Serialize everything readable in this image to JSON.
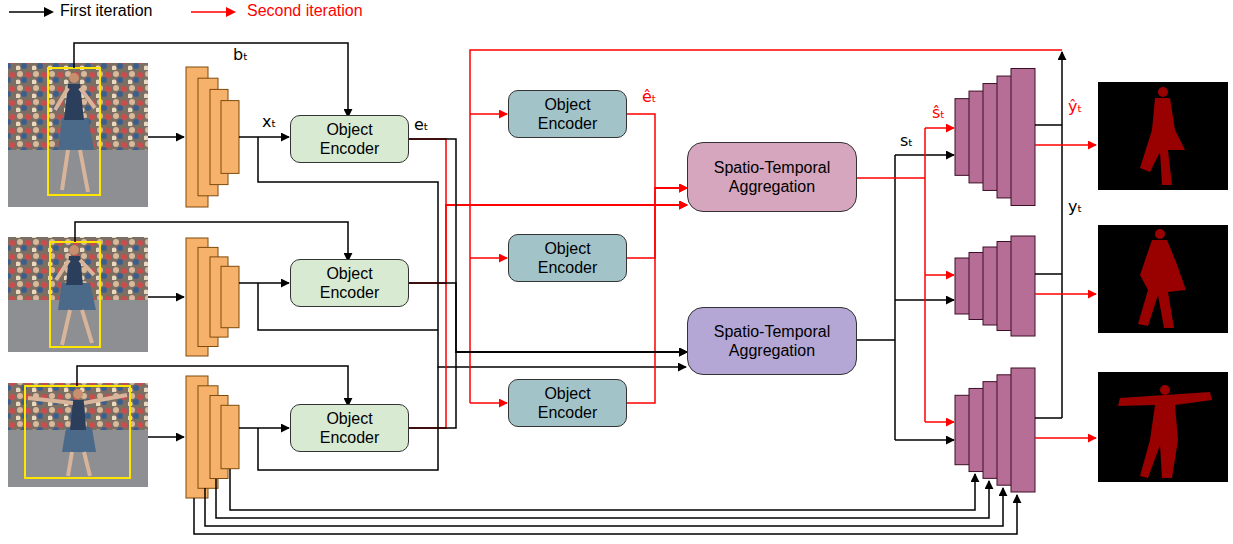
{
  "diagram": {
    "nodes": [
      {
        "text": [
          "Object Encoder"
        ]
      },
      {
        "text": [
          "Object Encoder"
        ]
      },
      {
        "text": [
          "Object Encoder"
        ]
      },
      {
        "text": [
          "Object Encoder"
        ]
      },
      {
        "text": [
          "Object Encoder"
        ]
      },
      {
        "text": [
          "Object Encoder"
        ]
      },
      {
        "text": [
          "Spatio-Temporal Aggregation"
        ]
      },
      {
        "text": [
          "Spatio-Temporal Aggregation"
        ]
      }
    ],
    "edges": [
      {
        "from": 0,
        "to": 7,
        "arrow": "to"
      },
      {
        "from": 1,
        "to": 7,
        "arrow": "to"
      },
      {
        "from": 2,
        "to": 7,
        "arrow": "to"
      },
      {
        "from": 0,
        "to": 6,
        "arrow": "to"
      },
      {
        "from": 1,
        "to": 6,
        "arrow": "to"
      },
      {
        "from": 2,
        "to": 6,
        "arrow": "to"
      },
      {
        "from": 3,
        "to": 6,
        "arrow": "to"
      },
      {
        "from": 4,
        "to": 6,
        "arrow": "to"
      },
      {
        "from": 5,
        "to": 6,
        "arrow": "to"
      }
    ],
    "labels": [
      "bₜ",
      "xₜ",
      "eₜ",
      "êₜ",
      "ŝₜ",
      "sₜ",
      "ŷₜ",
      "yₜ"
    ],
    "legend": [
      {
        "text": "First iteration"
      },
      {
        "text": "Second iteration"
      }
    ]
  }
}
